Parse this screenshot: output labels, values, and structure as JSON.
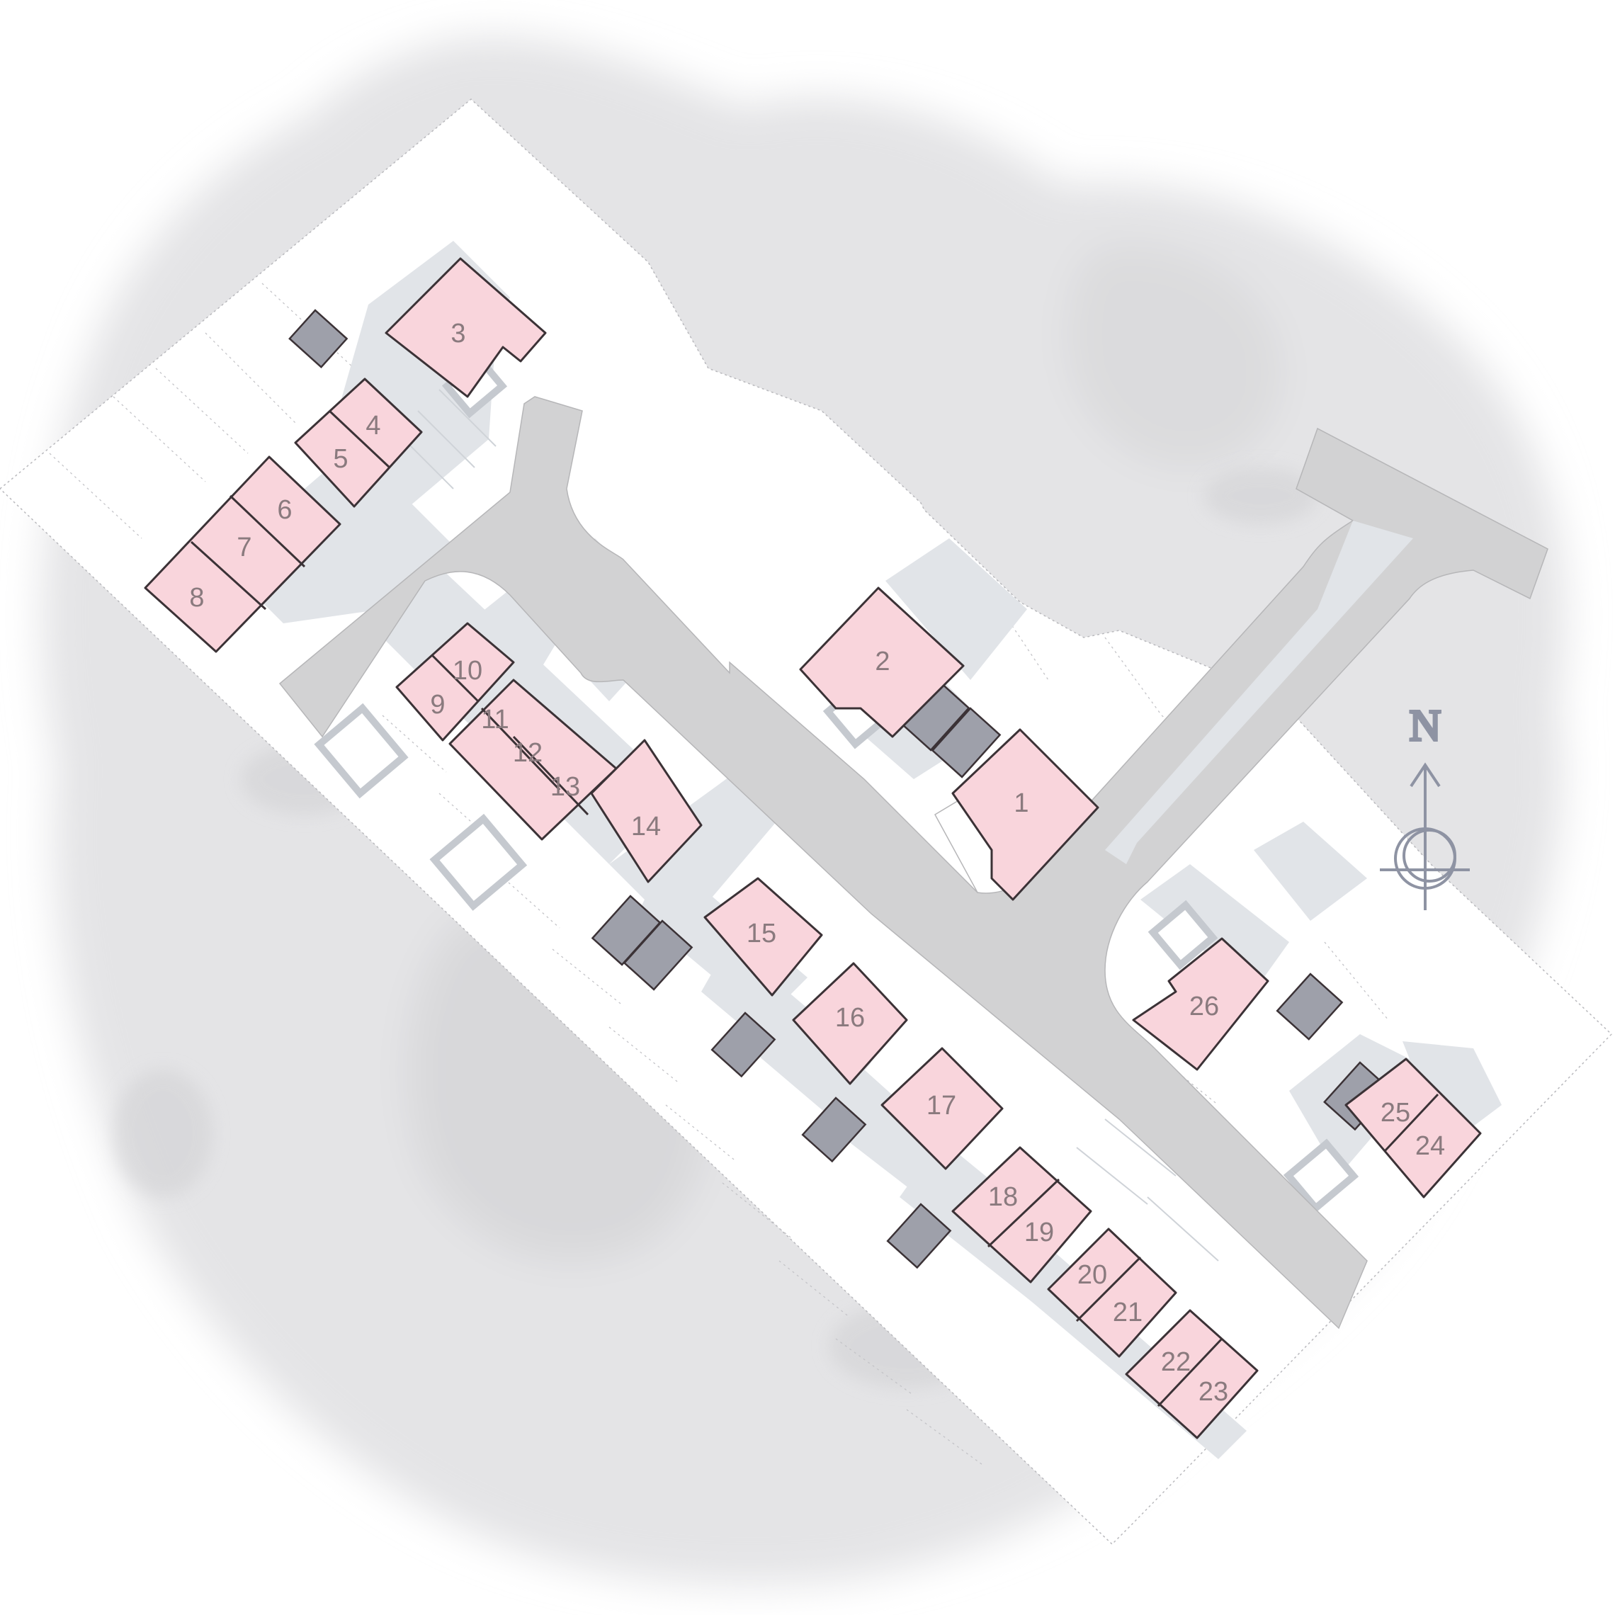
{
  "map": {
    "compass_label": "N",
    "plots": [
      {
        "id": "plot-1",
        "label": "1"
      },
      {
        "id": "plot-2",
        "label": "2"
      },
      {
        "id": "plot-3",
        "label": "3"
      },
      {
        "id": "plot-4",
        "label": "4"
      },
      {
        "id": "plot-5",
        "label": "5"
      },
      {
        "id": "plot-6",
        "label": "6"
      },
      {
        "id": "plot-7",
        "label": "7"
      },
      {
        "id": "plot-8",
        "label": "8"
      },
      {
        "id": "plot-9",
        "label": "9"
      },
      {
        "id": "plot-10",
        "label": "10"
      },
      {
        "id": "plot-11",
        "label": "11"
      },
      {
        "id": "plot-12",
        "label": "12"
      },
      {
        "id": "plot-13",
        "label": "13"
      },
      {
        "id": "plot-14",
        "label": "14"
      },
      {
        "id": "plot-15",
        "label": "15"
      },
      {
        "id": "plot-16",
        "label": "16"
      },
      {
        "id": "plot-17",
        "label": "17"
      },
      {
        "id": "plot-18",
        "label": "18"
      },
      {
        "id": "plot-19",
        "label": "19"
      },
      {
        "id": "plot-20",
        "label": "20"
      },
      {
        "id": "plot-21",
        "label": "21"
      },
      {
        "id": "plot-22",
        "label": "22"
      },
      {
        "id": "plot-23",
        "label": "23"
      },
      {
        "id": "plot-24",
        "label": "24"
      },
      {
        "id": "plot-25",
        "label": "25"
      },
      {
        "id": "plot-26",
        "label": "26"
      }
    ],
    "colors": {
      "house_fill": "#f9d5dc",
      "garage_fill": "#9ea0aa",
      "road_fill": "#d2d2d3",
      "paving_fill": "#e1e4e8",
      "ground_fill": "#ffffff",
      "watercolor": "#d9d9db",
      "compass": "#8e93a3"
    }
  }
}
